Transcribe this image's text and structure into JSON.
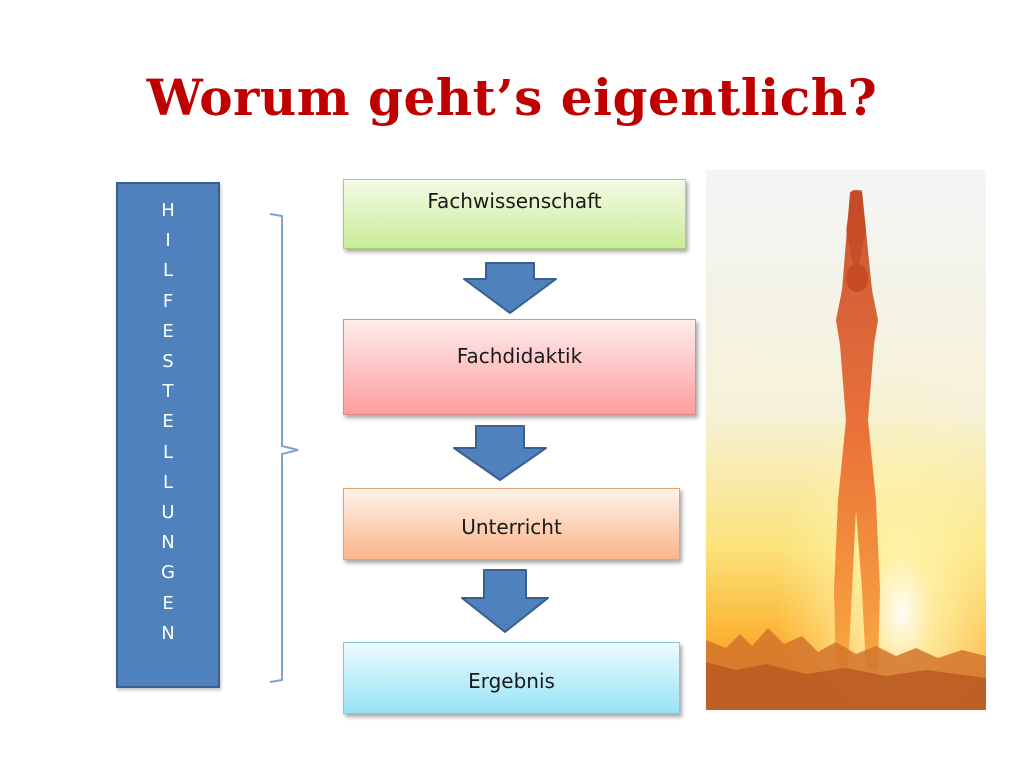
{
  "slide": {
    "title": "Worum geht’s eigentlich?"
  },
  "sidebar": {
    "letters": [
      "H",
      "I",
      "L",
      "F",
      "E",
      "S",
      "T",
      "E",
      "L",
      "L",
      "U",
      "N",
      "G",
      "E",
      "N"
    ]
  },
  "flow": {
    "step1": "Fachwissenschaft",
    "step2": "Fachdidaktik",
    "step3": "Unterricht",
    "step4": "Ergebnis"
  },
  "colors": {
    "title": "#c00000",
    "sidebar": "#4f81bd",
    "arrow": "#4f81bd"
  }
}
